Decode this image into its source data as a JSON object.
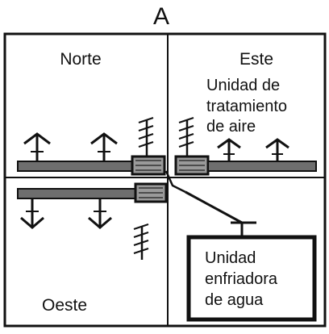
{
  "figure": {
    "title": "A",
    "quadrants": {
      "north": {
        "label": "Norte"
      },
      "east": {
        "label": "Este"
      },
      "west": {
        "label": "Oeste"
      }
    },
    "air_handling_unit": {
      "lines": [
        "Unidad de",
        "tratamiento",
        "de aire"
      ]
    },
    "water_chiller": {
      "lines": [
        "Unidad",
        "enfriadora",
        "de agua"
      ]
    }
  }
}
